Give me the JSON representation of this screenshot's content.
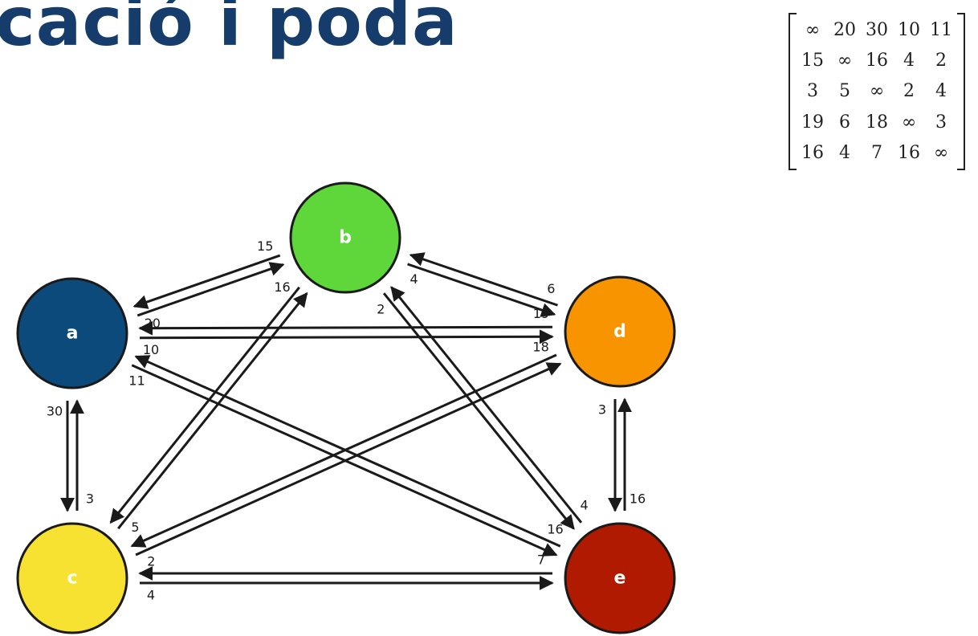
{
  "title": "cació i poda",
  "matrix": [
    [
      "∞",
      "20",
      "30",
      "10",
      "11"
    ],
    [
      "15",
      "∞",
      "16",
      "4",
      "2"
    ],
    [
      "3",
      "5",
      "∞",
      "2",
      "4"
    ],
    [
      "19",
      "6",
      "18",
      "∞",
      "3"
    ],
    [
      "16",
      "4",
      "7",
      "16",
      "∞"
    ]
  ],
  "nodes": [
    {
      "id": "a",
      "label": "a",
      "color": "#0b4a7a"
    },
    {
      "id": "b",
      "label": "b",
      "color": "#5fd63a"
    },
    {
      "id": "c",
      "label": "c",
      "color": "#f8e231"
    },
    {
      "id": "d",
      "label": "d",
      "color": "#f89400"
    },
    {
      "id": "e",
      "label": "e",
      "color": "#b01a00"
    }
  ],
  "edges": [
    {
      "from": "a",
      "to": "b",
      "weight": "20"
    },
    {
      "from": "b",
      "to": "a",
      "weight": "15"
    },
    {
      "from": "a",
      "to": "c",
      "weight": "30"
    },
    {
      "from": "c",
      "to": "a",
      "weight": "3"
    },
    {
      "from": "a",
      "to": "d",
      "weight": "10"
    },
    {
      "from": "d",
      "to": "a",
      "weight": "19"
    },
    {
      "from": "a",
      "to": "e",
      "weight": "11"
    },
    {
      "from": "e",
      "to": "a",
      "weight": "16"
    },
    {
      "from": "b",
      "to": "c",
      "weight": "16"
    },
    {
      "from": "c",
      "to": "b",
      "weight": "5"
    },
    {
      "from": "b",
      "to": "d",
      "weight": "4"
    },
    {
      "from": "d",
      "to": "b",
      "weight": "6"
    },
    {
      "from": "b",
      "to": "e",
      "weight": "2"
    },
    {
      "from": "e",
      "to": "b",
      "weight": "4"
    },
    {
      "from": "c",
      "to": "d",
      "weight": "2"
    },
    {
      "from": "d",
      "to": "c",
      "weight": "18"
    },
    {
      "from": "c",
      "to": "e",
      "weight": "4"
    },
    {
      "from": "e",
      "to": "c",
      "weight": "7"
    },
    {
      "from": "d",
      "to": "e",
      "weight": "3"
    },
    {
      "from": "e",
      "to": "d",
      "weight": "16"
    }
  ]
}
